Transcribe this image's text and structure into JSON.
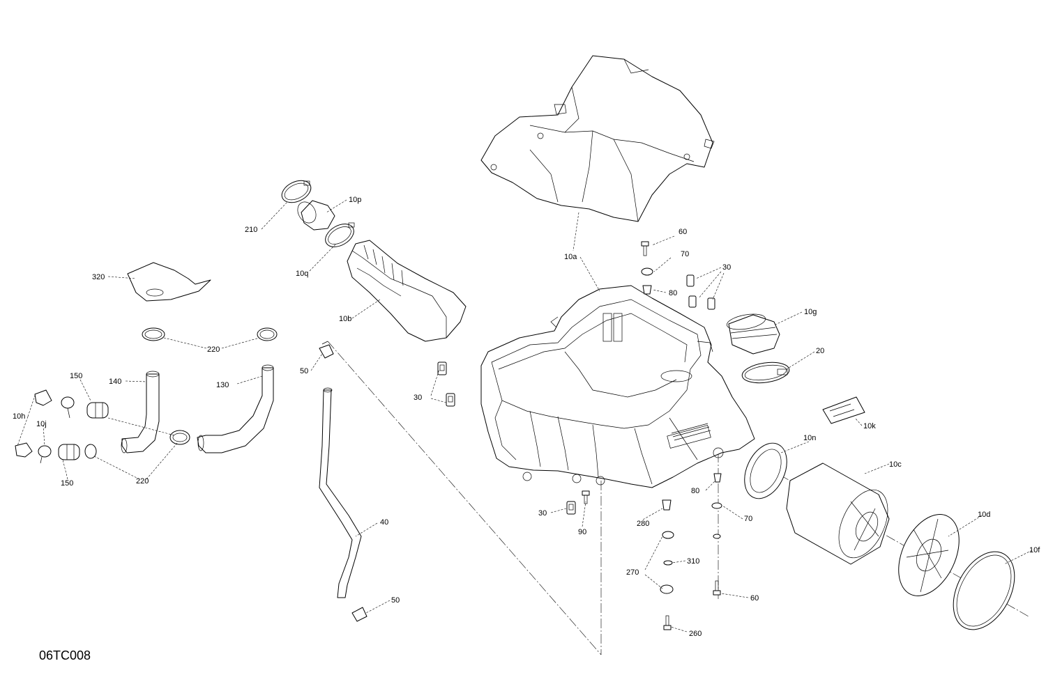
{
  "diagram_code": "06TC008",
  "callouts": {
    "c10a": "10a",
    "c60_top": "60",
    "c70_top": "70",
    "c80_top": "80",
    "c30_right": "30",
    "c10g": "10g",
    "c20": "20",
    "c10k": "10k",
    "c10n": "10n",
    "c10c": "10c",
    "c10d": "10d",
    "c10f": "10f",
    "c80_low": "80",
    "c70_low": "70",
    "c280": "280",
    "c310": "310",
    "c270": "270",
    "c60_low": "60",
    "c260": "260",
    "c30_mid": "30",
    "c90": "90",
    "c30_clip": "30",
    "c210": "210",
    "c10p": "10p",
    "c10q": "10q",
    "c10b": "10b",
    "c320": "320",
    "c220_top": "220",
    "c130": "130",
    "c140": "140",
    "c150_top": "150",
    "c10h": "10h",
    "c10j": "10j",
    "c150_low": "150",
    "c220_low": "220",
    "c50_top": "50",
    "c40": "40",
    "c50_low": "50"
  }
}
